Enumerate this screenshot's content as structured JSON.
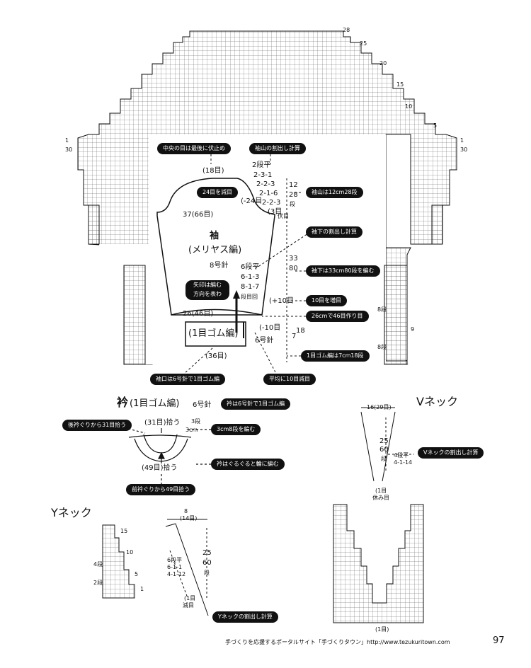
{
  "sleeve_pattern": {
    "center_bindoff": "中央の目は最後に伏止め",
    "cap_calc_label": "袖山の割出し計算",
    "top_count": "(18目)",
    "decrease_24": "24目を減目",
    "minus_24": "(-24目",
    "cap_steps": [
      "2段平",
      "2-3-1",
      "2-2-3",
      "2-1-6",
      "2-2-3",
      "(3目",
      "伏目"
    ],
    "cap_height_a": "12",
    "cap_height_b": "28",
    "cap_height_unit": "段",
    "cap_height_note": "袖山は12cm28段",
    "width_top": "37(66目)",
    "sleeve_title": "袖",
    "sleeve_stitch": "(メリヤス編)",
    "sleeve_needle": "8号針",
    "underarm_calc_label": "袖下の割出し計算",
    "underarm_steps": [
      "6段平",
      "6-1-3",
      "8-1-7",
      "段目回"
    ],
    "underarm_height_a": "33",
    "underarm_height_b": "80",
    "underarm_note": "袖下は33cm80段を編む",
    "arrow_note": "矢印は編む方向を表わす",
    "plus10": "(+10目",
    "increase10_note": "10目を増目",
    "width_bottom": "26(46目)",
    "cast_on_note": "26cmで46目作り目",
    "rib_label": "(1目ゴム編)",
    "rib_needle": "6号針",
    "minus10": "(-10目",
    "rib_height": "7",
    "rib_rows": "18",
    "rib_note": "1目ゴム編は7cm18段",
    "cuff_count": "(36目)",
    "cuff_note": "袖口は6号針で1目ゴム編",
    "even_decrease_note": "平均に10目減目"
  },
  "body_chart_markers": [
    "28",
    "25",
    "20",
    "15",
    "10",
    "5",
    "1",
    "30",
    "1",
    "30",
    "9",
    "8",
    "1"
  ],
  "body_side_rows": [
    "8段",
    "8段"
  ],
  "collar": {
    "title": "衿",
    "stitch": "(1目ゴム編)",
    "needle": "6号針",
    "needle_note": "衿は6号針で1目ゴム編",
    "back_pick": "後衿ぐりから31目拾う",
    "back_count": "(31目)拾う",
    "rows_label": "3段",
    "rows_cm": "3cm",
    "rows_note": "3cm8段を編む",
    "round_note": "衿はぐるぐると輪に編む",
    "front_count": "(49目)拾う",
    "front_pick": "前衿ぐりから49目拾う"
  },
  "v_neck": {
    "title": "Vネック",
    "width": "16(29目)",
    "height_a": "25",
    "height_b": "60",
    "height_unit": "段",
    "steps": [
      "4段平",
      "4-1-14"
    ],
    "calc_note": "Vネックの割出し計算",
    "bottom_count": "(1目",
    "bottom_note": "休み目",
    "chart_bottom": "(1目)"
  },
  "y_neck": {
    "title": "Yネック",
    "chart_markers": [
      "15",
      "10",
      "5",
      "1"
    ],
    "chart_rows": [
      "4段",
      "2段"
    ],
    "width_a": "8",
    "width_b": "(14目)",
    "steps": [
      "6段平",
      "6-1-1",
      "4-1-12"
    ],
    "height_a": "25",
    "height_b": "60",
    "height_unit": "段",
    "bottom_count": "(1目",
    "bottom_note": "減目",
    "calc_note": "Yネックの割出し計算"
  },
  "footer": {
    "text": "手づくりを応援するポータルサイト「手づくりタウン」http://www.tezukuritown.com",
    "page": "97"
  }
}
